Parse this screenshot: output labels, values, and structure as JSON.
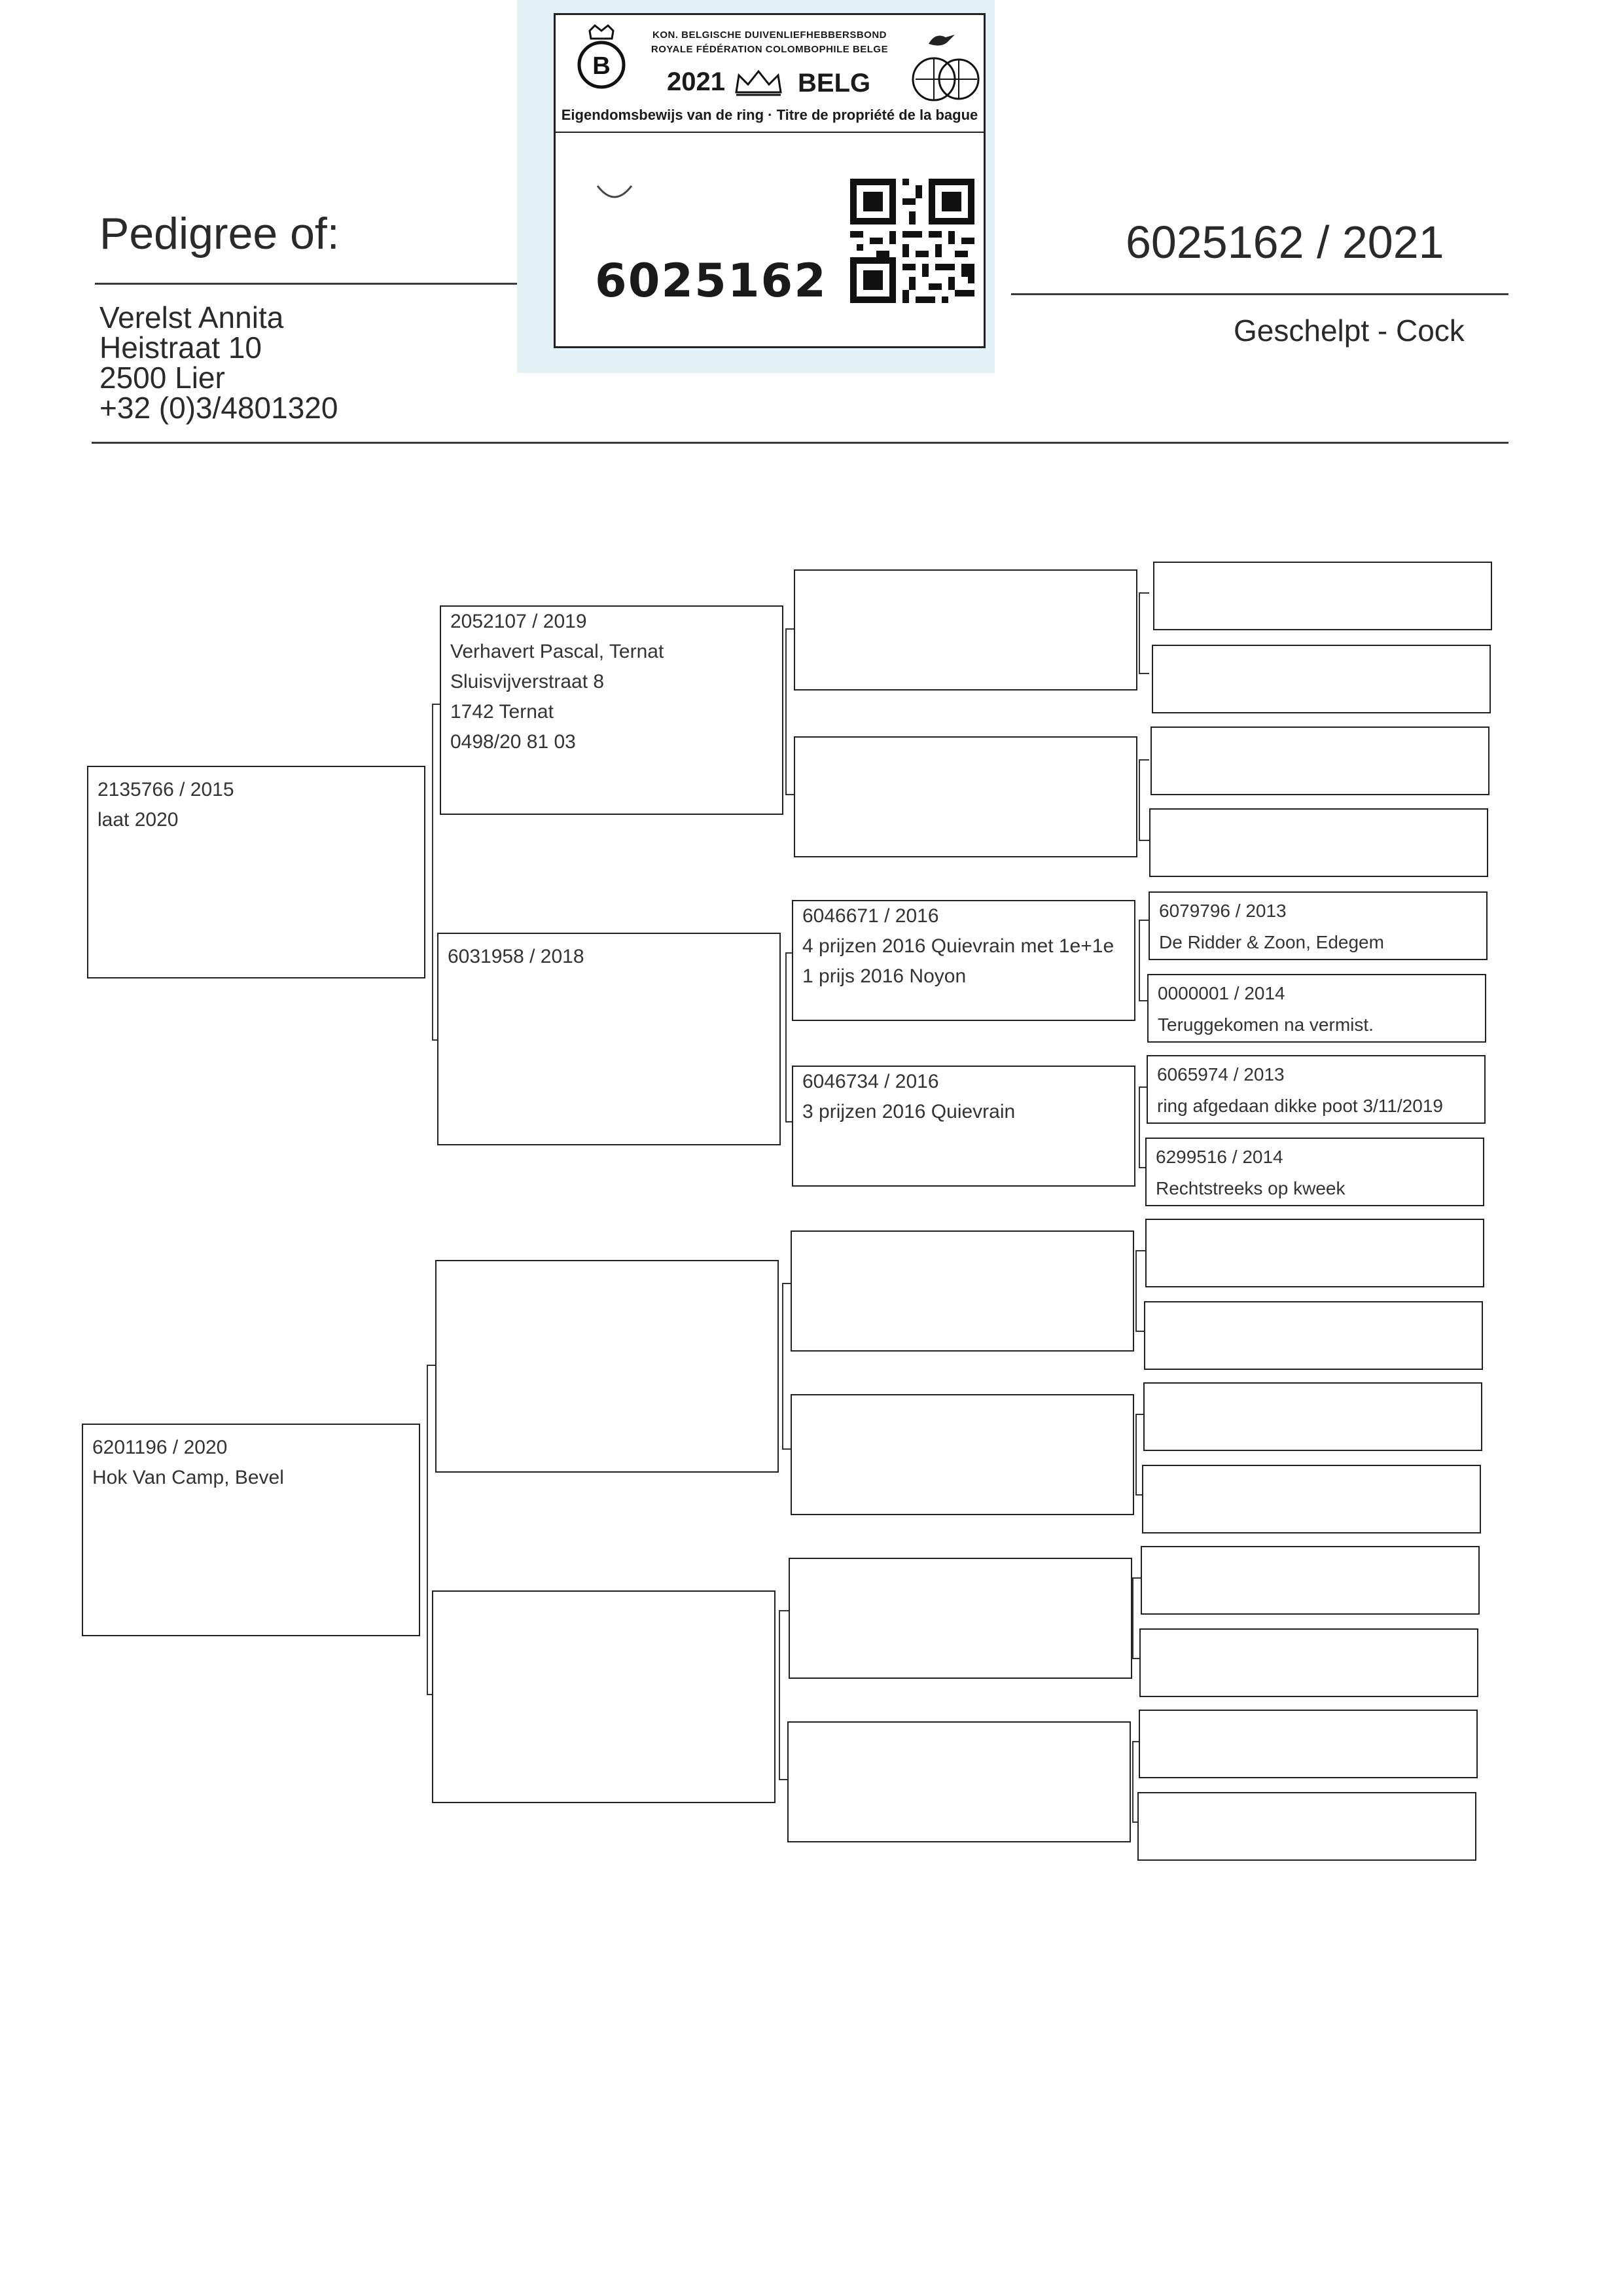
{
  "header": {
    "title": "Pedigree of:",
    "ring": "6025162 / 2021",
    "owner": [
      "Verelst Annita",
      "Heistraat 10",
      "2500 Lier",
      "+32 (0)3/4801320"
    ],
    "color_sex": "Geschelpt - Cock"
  },
  "card": {
    "org_nl": "KON. BELGISCHE DUIVENLIEFHEBBERSBOND",
    "org_fr": "ROYALE FÉDÉRATION COLOMBOPHILE BELGE",
    "year": "2021",
    "country": "BELG",
    "subtitle": "Eigendomsbewijs van de ring · Titre de propriété de la bague",
    "number": "6025162"
  },
  "pedigree": {
    "sire": [
      "2135766 / 2015",
      "laat 2020"
    ],
    "dam": [
      "6201196 / 2020",
      "Hok Van Camp, Bevel"
    ],
    "sire_sire": [
      "2052107 / 2019",
      "Verhavert Pascal, Ternat",
      "Sluisvijverstraat 8",
      "1742  Ternat",
      "0498/20 81 03"
    ],
    "sire_dam": [
      "6031958 / 2018"
    ],
    "dam_sire": [],
    "dam_dam": [],
    "ssd_sire": [],
    "ssd_dam": [],
    "sds": [
      "6046671 / 2016",
      "4 prijzen 2016 Quievrain met 1e+1e",
      "1 prijs 2016 Noyon"
    ],
    "sdd": [
      "6046734 / 2016",
      "3 prijzen 2016 Quievrain"
    ],
    "g3": [
      [],
      [],
      [],
      [],
      [
        "6079796 / 2013",
        "De Ridder & Zoon, Edegem"
      ],
      [
        "0000001 / 2014",
        "Teruggekomen na vermist."
      ],
      [
        "6065974 / 2013",
        "ring afgedaan dikke poot 3/11/2019"
      ],
      [
        "6299516 / 2014",
        "Rechtstreeks op kweek"
      ],
      [],
      [],
      [],
      [],
      [],
      [],
      [],
      []
    ],
    "g2_dam_side": [
      [],
      [],
      [],
      []
    ]
  }
}
